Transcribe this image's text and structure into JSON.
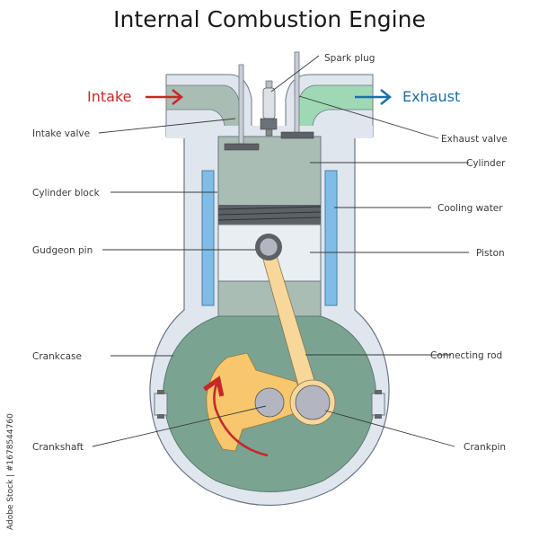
{
  "title": "Internal Combustion Engine",
  "flows": {
    "intake": {
      "label": "Intake",
      "color": "#c62828"
    },
    "exhaust": {
      "label": "Exhaust",
      "color": "#1a6fa8"
    }
  },
  "labels": {
    "spark_plug": "Spark plug",
    "intake_valve": "Intake valve",
    "exhaust_valve": "Exhaust valve",
    "cylinder": "Cylinder",
    "cylinder_block": "Cylinder block",
    "cooling_water": "Cooling water",
    "gudgeon_pin": "Gudgeon pin",
    "piston": "Piston",
    "crankcase": "Crankcase",
    "connecting_rod": "Connecting rod",
    "crankshaft": "Crankshaft",
    "crankpin": "Crankpin"
  },
  "colors": {
    "block": "#dfe6ee",
    "block_outline": "#6d7680",
    "cylinder_gas": "#a9bdb5",
    "exhaust_gas": "#9fd8b5",
    "cooling_water": "#7fbde6",
    "piston": "#e9eef2",
    "rings": "#5c6166",
    "rod": "#f7d79a",
    "crank": "#f7c66d",
    "crankcase_oil": "#7aa392",
    "pin": "#b3b6c0",
    "rotation_arrow": "#c62828"
  },
  "watermark": "Adobe Stock | #1678544760"
}
